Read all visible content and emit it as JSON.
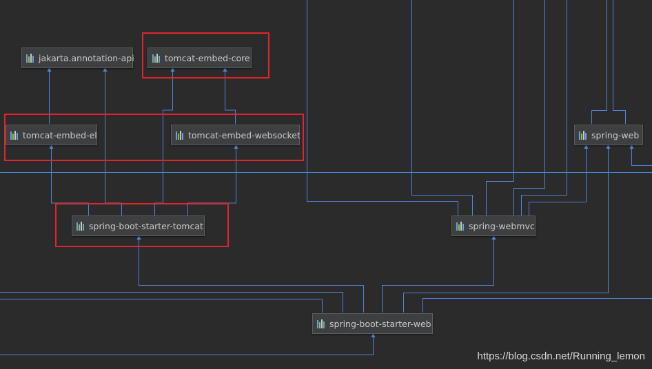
{
  "nodes": {
    "jakarta_annotation_api": "jakarta.annotation-api",
    "tomcat_embed_core": "tomcat-embed-core",
    "tomcat_embed_el": "tomcat-embed-el",
    "tomcat_embed_websocket": "tomcat-embed-websocket",
    "spring_web": "spring-web",
    "spring_boot_starter_tomcat": "spring-boot-starter-tomcat",
    "spring_webmvc": "spring-webmvc",
    "spring_boot_starter_web": "spring-boot-starter-web"
  },
  "icon": "maven-library-icon",
  "watermark": "https://blog.csdn.net/Running_lemon",
  "colors": {
    "background": "#2b2b2b",
    "edge": "#4d86d6",
    "highlight": "#e3242b",
    "node_fill": "#3d3f41",
    "node_text": "#c9c9c9"
  }
}
